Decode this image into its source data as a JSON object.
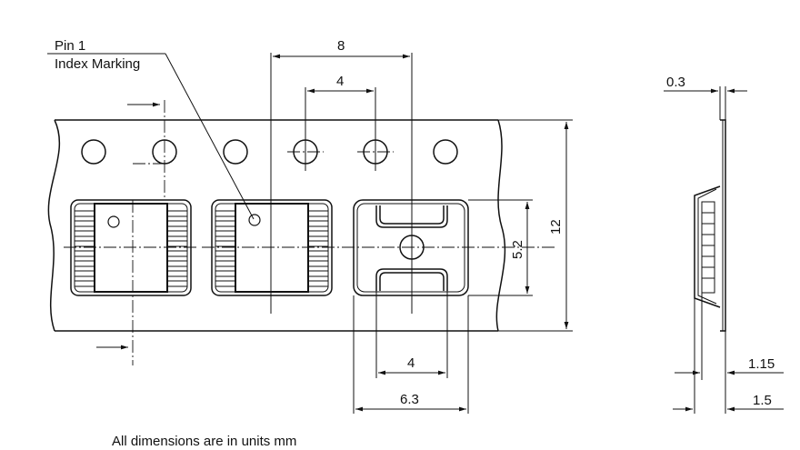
{
  "labels": {
    "pin1": "Pin 1",
    "index_marking": "Index Marking",
    "note": "All dimensions are in units mm"
  },
  "dimensions": {
    "pitch": "8",
    "hole_pitch": "4",
    "tape_width": "12",
    "cavity_height": "5.2",
    "cavity_inner": "4",
    "cavity_width": "6.3",
    "tape_thickness": "0.3",
    "side_1": "1.15",
    "side_2": "1.5"
  }
}
